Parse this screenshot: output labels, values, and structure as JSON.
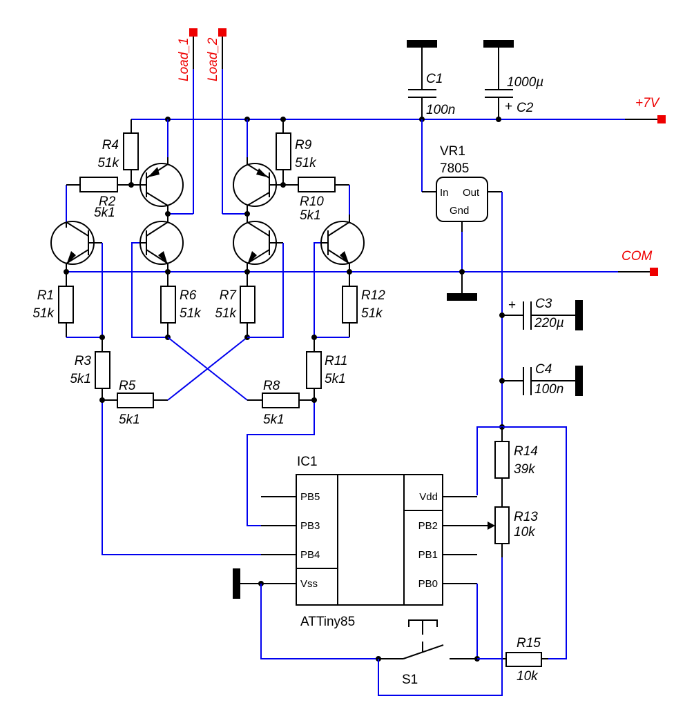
{
  "terminals": {
    "load1": "Load_1",
    "load2": "Load_2",
    "vplus": "+7V",
    "com": "COM"
  },
  "resistors": {
    "R1": {
      "ref": "R1",
      "value": "51k"
    },
    "R2": {
      "ref": "R2",
      "value": "5k1"
    },
    "R3": {
      "ref": "R3",
      "value": "5k1"
    },
    "R4": {
      "ref": "R4",
      "value": "51k"
    },
    "R5": {
      "ref": "R5",
      "value": "5k1"
    },
    "R6": {
      "ref": "R6",
      "value": "51k"
    },
    "R7": {
      "ref": "R7",
      "value": "51k"
    },
    "R8": {
      "ref": "R8",
      "value": "5k1"
    },
    "R9": {
      "ref": "R9",
      "value": "51k"
    },
    "R10": {
      "ref": "R10",
      "value": "5k1"
    },
    "R11": {
      "ref": "R11",
      "value": "5k1"
    },
    "R12": {
      "ref": "R12",
      "value": "51k"
    },
    "R13": {
      "ref": "R13",
      "value": "10k"
    },
    "R14": {
      "ref": "R14",
      "value": "39k"
    },
    "R15": {
      "ref": "R15",
      "value": "10k"
    }
  },
  "capacitors": {
    "C1": {
      "ref": "C1",
      "value": "100n"
    },
    "C2": {
      "ref": "C2",
      "value": "1000µ",
      "polarity": "+"
    },
    "C3": {
      "ref": "C3",
      "value": "220µ",
      "polarity": "+"
    },
    "C4": {
      "ref": "C4",
      "value": "100n"
    }
  },
  "regulator": {
    "ref": "VR1",
    "part": "7805",
    "pins": {
      "in": "In",
      "out": "Out",
      "gnd": "Gnd"
    }
  },
  "mcu": {
    "ref": "IC1",
    "part": "ATTiny85",
    "left_pins": [
      "PB5",
      "PB3",
      "PB4",
      "Vss"
    ],
    "right_pins": [
      "Vdd",
      "PB2",
      "PB1",
      "PB0"
    ]
  },
  "switch": {
    "ref": "S1"
  },
  "colors": {
    "wire": "#0000ee",
    "terminal": "#ee0000",
    "component": "#000000"
  }
}
